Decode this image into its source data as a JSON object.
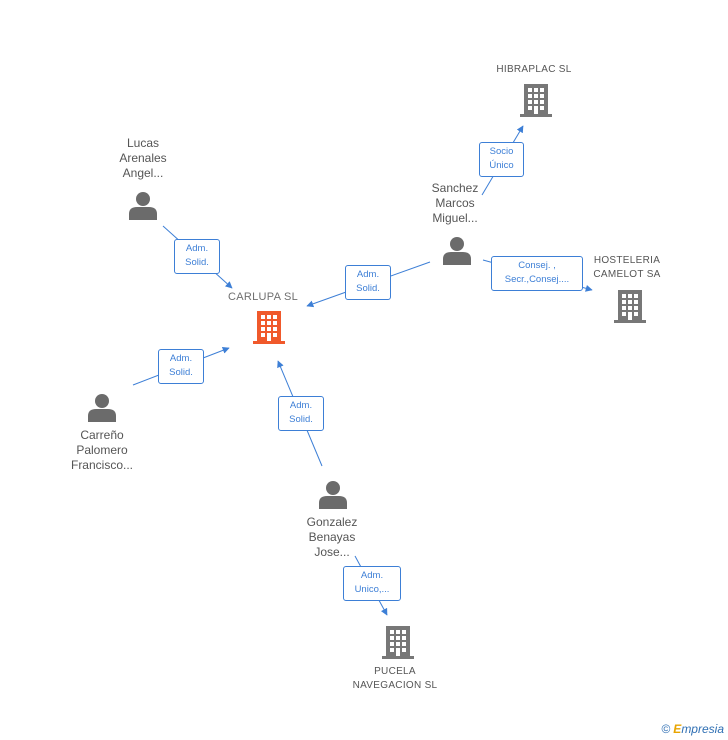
{
  "nodes": {
    "carlupa": {
      "lines": [
        "CARLUPA SL"
      ]
    },
    "hibraplac": {
      "lines": [
        "HIBRAPLAC SL"
      ]
    },
    "hosteleria": {
      "lines": [
        "HOSTELERIA",
        "CAMELOT SA"
      ]
    },
    "pucela": {
      "lines": [
        "PUCELA",
        "NAVEGACION SL"
      ]
    },
    "lucas": {
      "lines": [
        "Lucas",
        "Arenales",
        "Angel..."
      ]
    },
    "sanchez": {
      "lines": [
        "Sanchez",
        "Marcos",
        "Miguel..."
      ]
    },
    "carreno": {
      "lines": [
        "Carreño",
        "Palomero",
        "Francisco..."
      ]
    },
    "gonzalez": {
      "lines": [
        "Gonzalez",
        "Benayas",
        "Jose..."
      ]
    }
  },
  "relations": {
    "lucas_carlupa": [
      "Adm.",
      "Solid."
    ],
    "sanchez_carlupa": [
      "Adm.",
      "Solid."
    ],
    "carreno_carlupa": [
      "Adm.",
      "Solid."
    ],
    "gonzalez_carlupa": [
      "Adm.",
      "Solid."
    ],
    "sanchez_hibraplac": [
      "Socio",
      "Único"
    ],
    "sanchez_hosteleria": [
      "Consej. ,",
      "Secr.,Consej...."
    ],
    "gonzalez_pucela": [
      "Adm.",
      "Unico,..."
    ]
  },
  "colors": {
    "main_company": "#f0592b",
    "company": "#777777",
    "person": "#6b6b6b",
    "edge": "#3d7fd6"
  },
  "footer": {
    "copyright": "©",
    "brand_first": "E",
    "brand_rest": "mpresia"
  }
}
